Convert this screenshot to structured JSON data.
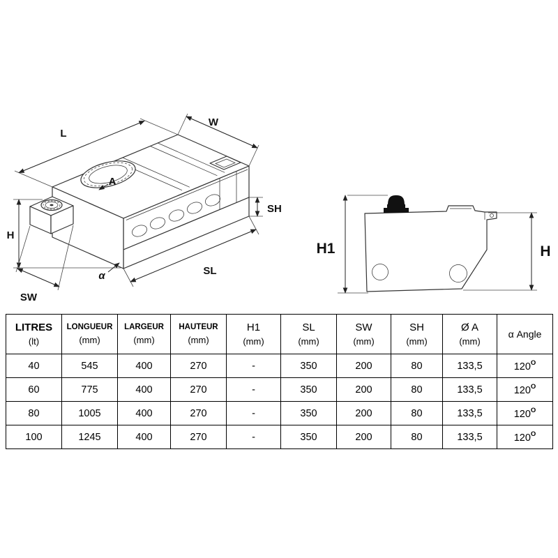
{
  "colors": {
    "background": "#ffffff",
    "line": "#333333",
    "text": "#000000",
    "cap_fill": "#111111"
  },
  "iso_drawing": {
    "dim_labels": {
      "L": "L",
      "W": "W",
      "H": "H",
      "A": "A",
      "SH": "SH",
      "SL": "SL",
      "SW": "SW",
      "alpha": "α"
    }
  },
  "side_drawing": {
    "dim_labels": {
      "H1": "H1",
      "H": "H"
    }
  },
  "table": {
    "headers": [
      {
        "title": "LITRES",
        "unit": "(lt)"
      },
      {
        "title": "LONGUEUR",
        "unit": "(mm)"
      },
      {
        "title": "LARGEUR",
        "unit": "(mm)"
      },
      {
        "title": "HAUTEUR",
        "unit": "(mm)"
      },
      {
        "title": "H1",
        "unit": "(mm)"
      },
      {
        "title": "SL",
        "unit": "(mm)"
      },
      {
        "title": "SW",
        "unit": "(mm)"
      },
      {
        "title": "SH",
        "unit": "(mm)"
      },
      {
        "title": "Ø A",
        "unit": "(mm)"
      },
      {
        "title": "α Angle",
        "unit": ""
      }
    ],
    "angle_superscript": "O",
    "rows": [
      [
        "40",
        "545",
        "400",
        "270",
        "-",
        "350",
        "200",
        "80",
        "133,5",
        "120"
      ],
      [
        "60",
        "775",
        "400",
        "270",
        "-",
        "350",
        "200",
        "80",
        "133,5",
        "120"
      ],
      [
        "80",
        "1005",
        "400",
        "270",
        "-",
        "350",
        "200",
        "80",
        "133,5",
        "120"
      ],
      [
        "100",
        "1245",
        "400",
        "270",
        "-",
        "350",
        "200",
        "80",
        "133,5",
        "120"
      ]
    ]
  }
}
